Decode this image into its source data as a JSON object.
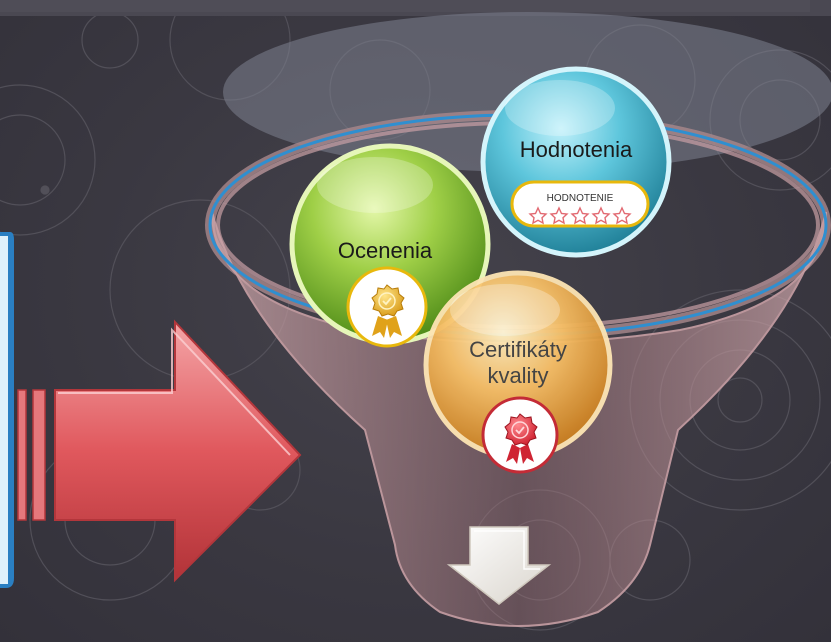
{
  "slide": {
    "background_color": "#3b3942",
    "accent_blue": "#2f8fd0"
  },
  "funnel": {
    "color": "#b88a8f"
  },
  "circles": [
    {
      "id": "hodnotenia",
      "label": "Hodnotenia",
      "color": "#4fb2c9",
      "badge_text": "HODNOTENIE",
      "badge_icon": "five-star-rating-icon"
    },
    {
      "id": "ocenenia",
      "label": "Ocenenia",
      "color": "#8cc13f",
      "badge_icon": "gold-award-medal-icon"
    },
    {
      "id": "certifikaty",
      "label_line1": "Certifikáty",
      "label_line2": "kvality",
      "color": "#f3b44e",
      "badge_icon": "red-certificate-seal-icon"
    }
  ],
  "arrow": {
    "color": "#e05a5f",
    "icon": "right-arrow-icon"
  },
  "output_arrow": {
    "icon": "down-arrow-icon"
  }
}
